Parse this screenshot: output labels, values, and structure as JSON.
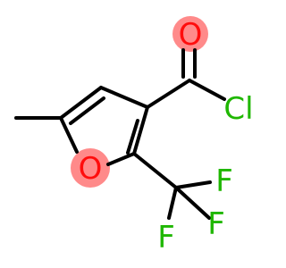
{
  "molecule": {
    "atoms": {
      "oxygen_carbonyl": "O",
      "chlorine": "Cl",
      "oxygen_ring": "O",
      "fluorine_1": "F",
      "fluorine_2": "F",
      "fluorine_3": "F"
    },
    "colors": {
      "bond": "#000000",
      "oxygen": "#ff0d0d",
      "chlorine": "#1fb700",
      "fluorine": "#1fb700",
      "highlight": "#ff8a8a"
    }
  }
}
